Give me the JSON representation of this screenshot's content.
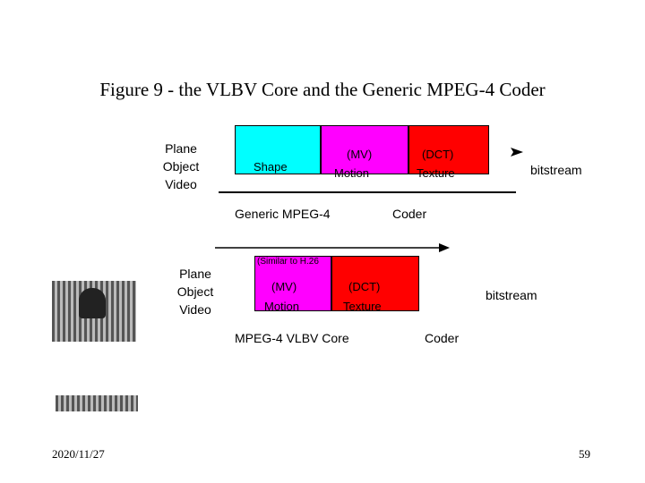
{
  "title": "Figure 9 - the VLBV Core and the Generic MPEG-4 Coder",
  "generic": {
    "input_label": [
      "Plane",
      "Object",
      "Video"
    ],
    "boxes": [
      {
        "top": "",
        "bottom": "Shape",
        "color": "#00ffff"
      },
      {
        "top": "(MV)",
        "bottom": "Motion",
        "color": "#ff00ff"
      },
      {
        "top": "(DCT)",
        "bottom": "Texture",
        "color": "#ff0000"
      }
    ],
    "output": "bitstream",
    "caption_left": "Generic MPEG-4",
    "caption_right": "Coder"
  },
  "vlbv": {
    "input_label": [
      "Plane",
      "Object",
      "Video"
    ],
    "note": "(Similar to H.26",
    "boxes": [
      {
        "top": "(MV)",
        "bottom": "Motion",
        "color": "#ff00ff"
      },
      {
        "top": "(DCT)",
        "bottom": "Texture",
        "color": "#ff0000"
      }
    ],
    "output": "bitstream",
    "caption_left": "MPEG-4 VLBV Core",
    "caption_right": "Coder"
  },
  "footer": {
    "date": "2020/11/27",
    "page": "59"
  },
  "icons": {
    "arrow": "right-arrow-icon"
  }
}
